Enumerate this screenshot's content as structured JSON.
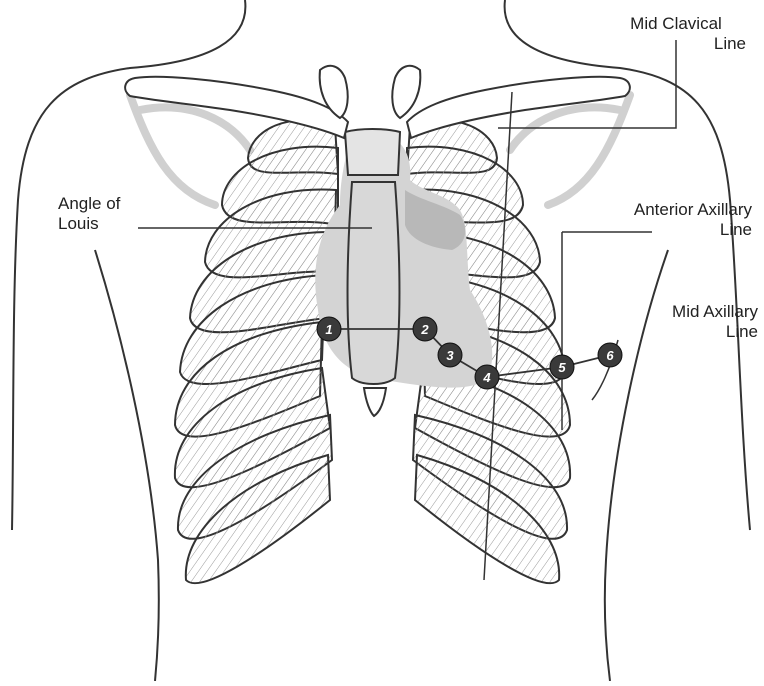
{
  "labels": {
    "mid_clavical": [
      "Mid Clavical",
      "Line"
    ],
    "angle_of_louis": [
      "Angle of",
      "Louis"
    ],
    "anterior_axillary": [
      "Anterior Axillary",
      "Line"
    ],
    "mid_axillary": [
      "Mid Axillary",
      "Line"
    ]
  },
  "electrodes": [
    "1",
    "2",
    "3",
    "4",
    "5",
    "6"
  ],
  "colors": {
    "outline": "#333333",
    "rib_fill": "#ffffff",
    "hatch": "#9a9a9a",
    "heart": "#d4d4d4",
    "heart_dark": "#b8b8b8",
    "marker": "#3a3a3a",
    "marker_text": "#ffffff",
    "shoulder_blade": "#d0d0d0"
  }
}
